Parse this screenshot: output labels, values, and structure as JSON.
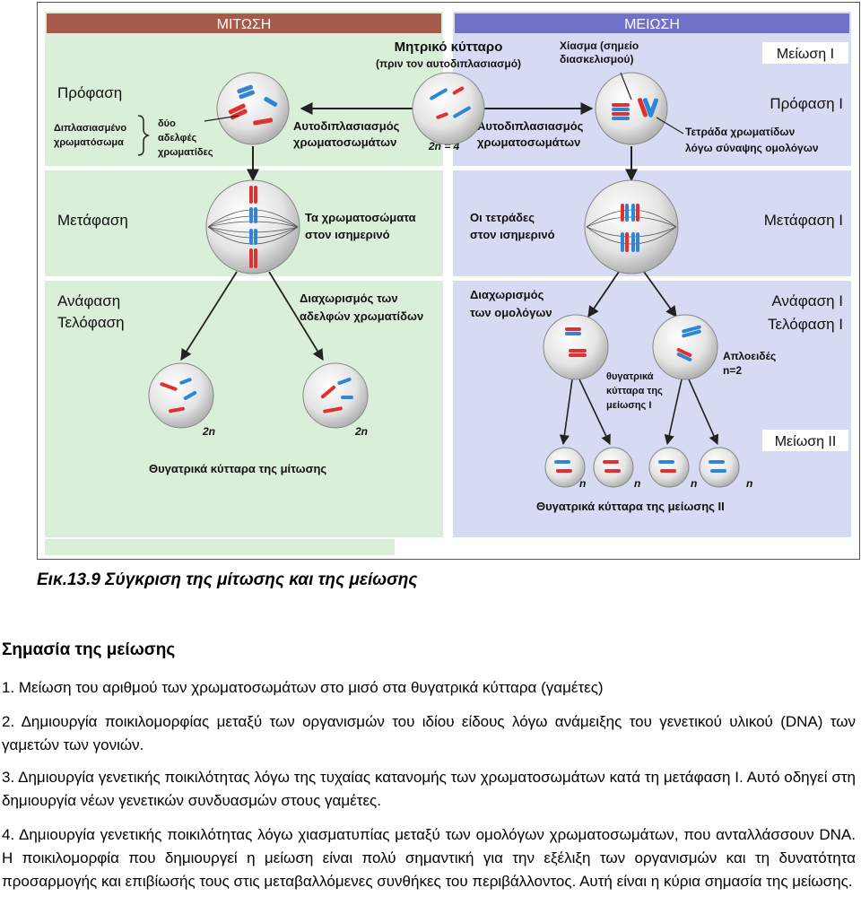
{
  "figure": {
    "header_mitosis": "ΜΙΤΩΣΗ",
    "header_meiosis": "ΜΕΙΩΣΗ",
    "mother_cell_line1": "Μητρικό κύτταρο",
    "mother_cell_line2": "(πριν τον αυτοδιπλασιασμό)",
    "chiasma_line1": "Χίασμα (σημείο",
    "chiasma_line2": "διασκελισμού)",
    "meiosis_1": "Μείωση Ι",
    "prophase": "Πρόφαση",
    "prophase_1": "Πρόφαση Ι",
    "duplicated_chromosome_line1": "Διπλασιασμένο",
    "duplicated_chromosome_line2": "χρωματόσωμα",
    "two_sister_line1": "δύο",
    "two_sister_line2": "αδελφές",
    "two_sister_line3": "χρωματίδες",
    "self_dup_left_line1": "Αυτοδιπλασιασμός",
    "self_dup_left_line2": "χρωματοσωμάτων",
    "two_n_4": "2n = 4",
    "self_dup_right_line1": "Αυτοδιπλασιασμός",
    "self_dup_right_line2": "χρωματοσωμάτων",
    "tetrad_line1": "Τετράδα χρωματίδων",
    "tetrad_line2": "λόγω σύναψης ομολόγων",
    "metaphase": "Μετάφαση",
    "chromosomes_equator_line1": "Τα χρωματοσώματα",
    "chromosomes_equator_line2": "στον ισημερινό",
    "tetrads_equator_line1": "Οι τετράδες",
    "tetrads_equator_line2": "στον ισημερινό",
    "metaphase_1": "Μετάφαση Ι",
    "anaphase": "Ανάφαση",
    "telophase": "Τελόφαση",
    "separation_sisters_line1": "Διαχωρισμός των",
    "separation_sisters_line2": "αδελφών χρωματίδων",
    "separation_homologs_line1": "Διαχωρισμός",
    "separation_homologs_line2": "των ομολόγων",
    "anaphase_1": "Ανάφαση Ι",
    "telophase_1": "Τελόφαση Ι",
    "haploid_line1": "Απλοειδές",
    "haploid_line2": "n=2",
    "daughter_m1_line1": "θυγατρικά",
    "daughter_m1_line2": "κύτταρα της",
    "daughter_m1_line3": "μείωσης Ι",
    "two_n_left": "2n",
    "two_n_right": "2n",
    "meiosis_2": "Μείωση ΙΙ",
    "daughter_mitosis": "Θυγατρικά κύτταρα της μίτωσης",
    "n1": "n",
    "n2": "n",
    "n3": "n",
    "n4": "n",
    "daughter_meiosis2": "Θυγατρικά κύτταρα της μείωσης ΙΙ"
  },
  "caption": "Εικ.13.9 Σύγκριση της μίτωσης και της μείωσης",
  "section_title": "Σημασία της μείωσης",
  "paragraphs": [
    "1. Μείωση του αριθμού των χρωματοσωμάτων στο μισό στα θυγατρικά κύτταρα (γαμέτες)",
    "2. Δημιουργία ποικιλομορφίας μεταξύ των οργανισμών του ιδίου είδους λόγω ανάμειξης του γενετικού υλικού (DNA) των γαμετών των γονιών.",
    "3. Δημιουργία γενετικής ποικιλότητας λόγω της τυχαίας κατανομής των χρωματοσωμάτων κατά τη μετάφαση Ι. Αυτό οδηγεί στη δημιουργία νέων γενετικών συνδυασμών στους γαμέτες.",
    "4. Δημιουργία γενετικής ποικιλότητας λόγω χιασματυπίας μεταξύ των ομολόγων χρωματοσωμάτων, που ανταλλάσσουν DNA. Η ποικιλομορφία που δημιουργεί η μείωση είναι πολύ σημαντική για την εξέλιξη των οργανισμών και τη δυνατότητα προσαρμογής και επιβίωσής τους στις μεταβαλλόμενες συνθήκες του περιβάλλοντος. Αυτή είναι η κύρια σημασία της μείωσης."
  ],
  "colors": {
    "mitosis_header": "#a65a4a",
    "meiosis_header": "#7070c8",
    "mitosis_bg": "#d9efd9",
    "meiosis_bg": "#d6daf2",
    "chromosome_red": "#e03030",
    "chromosome_blue": "#2f86d8"
  }
}
